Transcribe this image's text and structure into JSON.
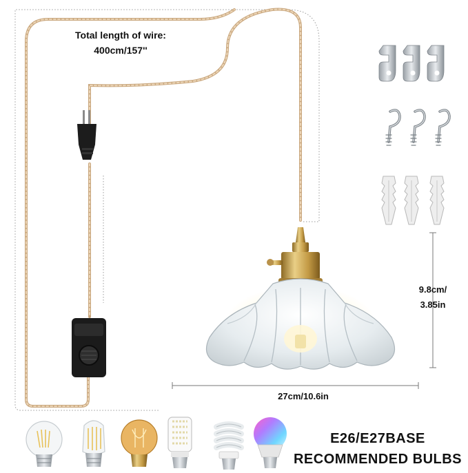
{
  "wire": {
    "title": "Total length of wire:",
    "length": "400cm/157''"
  },
  "dimensions": {
    "width_label": "27cm/10.6in",
    "height_line1": "9.8cm/",
    "height_line2": "3.85in"
  },
  "bulbs": {
    "line1": "E26/E27BASE",
    "line2": "RECOMMENDED BULBS",
    "items": [
      "filament-globe-bulb",
      "filament-tubular-bulb",
      "amber-vintage-bulb",
      "led-corn-bulb",
      "spiral-cfl-bulb",
      "rgb-smart-bulb"
    ]
  },
  "accessories": {
    "items": [
      "ceiling-hook-plate",
      "screw-hook",
      "wall-anchor"
    ]
  },
  "colors": {
    "wire": "#d7b894",
    "brass": "#c9a14a",
    "dimension_line": "#777777",
    "guide_line": "#9a9a9a"
  }
}
